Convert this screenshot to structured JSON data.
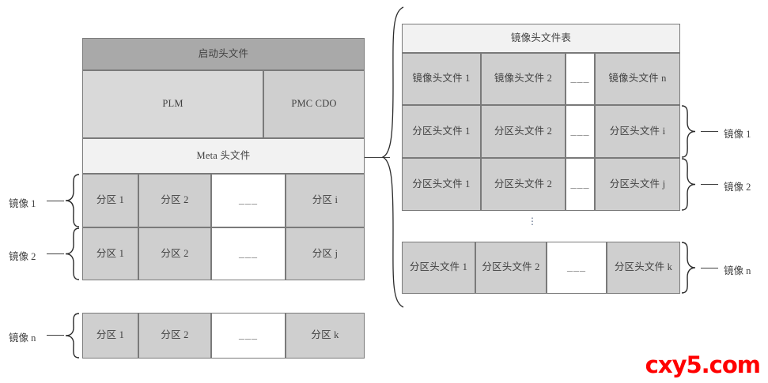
{
  "diagram": {
    "title_watermark": "cxy5.com",
    "accent_watermark_color": "#ff0000",
    "ellipsis_mark": "⋮",
    "dash_mark": "___"
  },
  "left_block": {
    "boot_header": "启动头文件",
    "plm": "PLM",
    "pmc_cdo": "PMC CDO",
    "meta_header": "Meta 头文件",
    "rows": [
      {
        "label": "镜像 1",
        "cells": [
          "分区 1",
          "分区 2",
          "___",
          "分区 i"
        ]
      },
      {
        "label": "镜像 2",
        "cells": [
          "分区 1",
          "分区 2",
          "___",
          "分区 j"
        ]
      }
    ]
  },
  "left_bottom_row": {
    "label": "镜像 n",
    "cells": [
      "分区 1",
      "分区 2",
      "___",
      "分区 k"
    ]
  },
  "right_table": {
    "header": "镜像头文件表",
    "rows": [
      {
        "label": "",
        "cells": [
          "镜像头文件 1",
          "镜像头文件 2",
          "___",
          "镜像头文件 n"
        ]
      },
      {
        "label": "镜像 1",
        "cells": [
          "分区头文件 1",
          "分区头文件 2",
          "___",
          "分区头文件 i"
        ]
      },
      {
        "label": "镜像 2",
        "cells": [
          "分区头文件 1",
          "分区头文件 2",
          "___",
          "分区头文件 j"
        ]
      }
    ]
  },
  "right_bottom_row": {
    "label": "镜像 n",
    "cells": [
      "分区头文件 1",
      "分区头文件 2",
      "___",
      "分区头文件 k"
    ]
  }
}
